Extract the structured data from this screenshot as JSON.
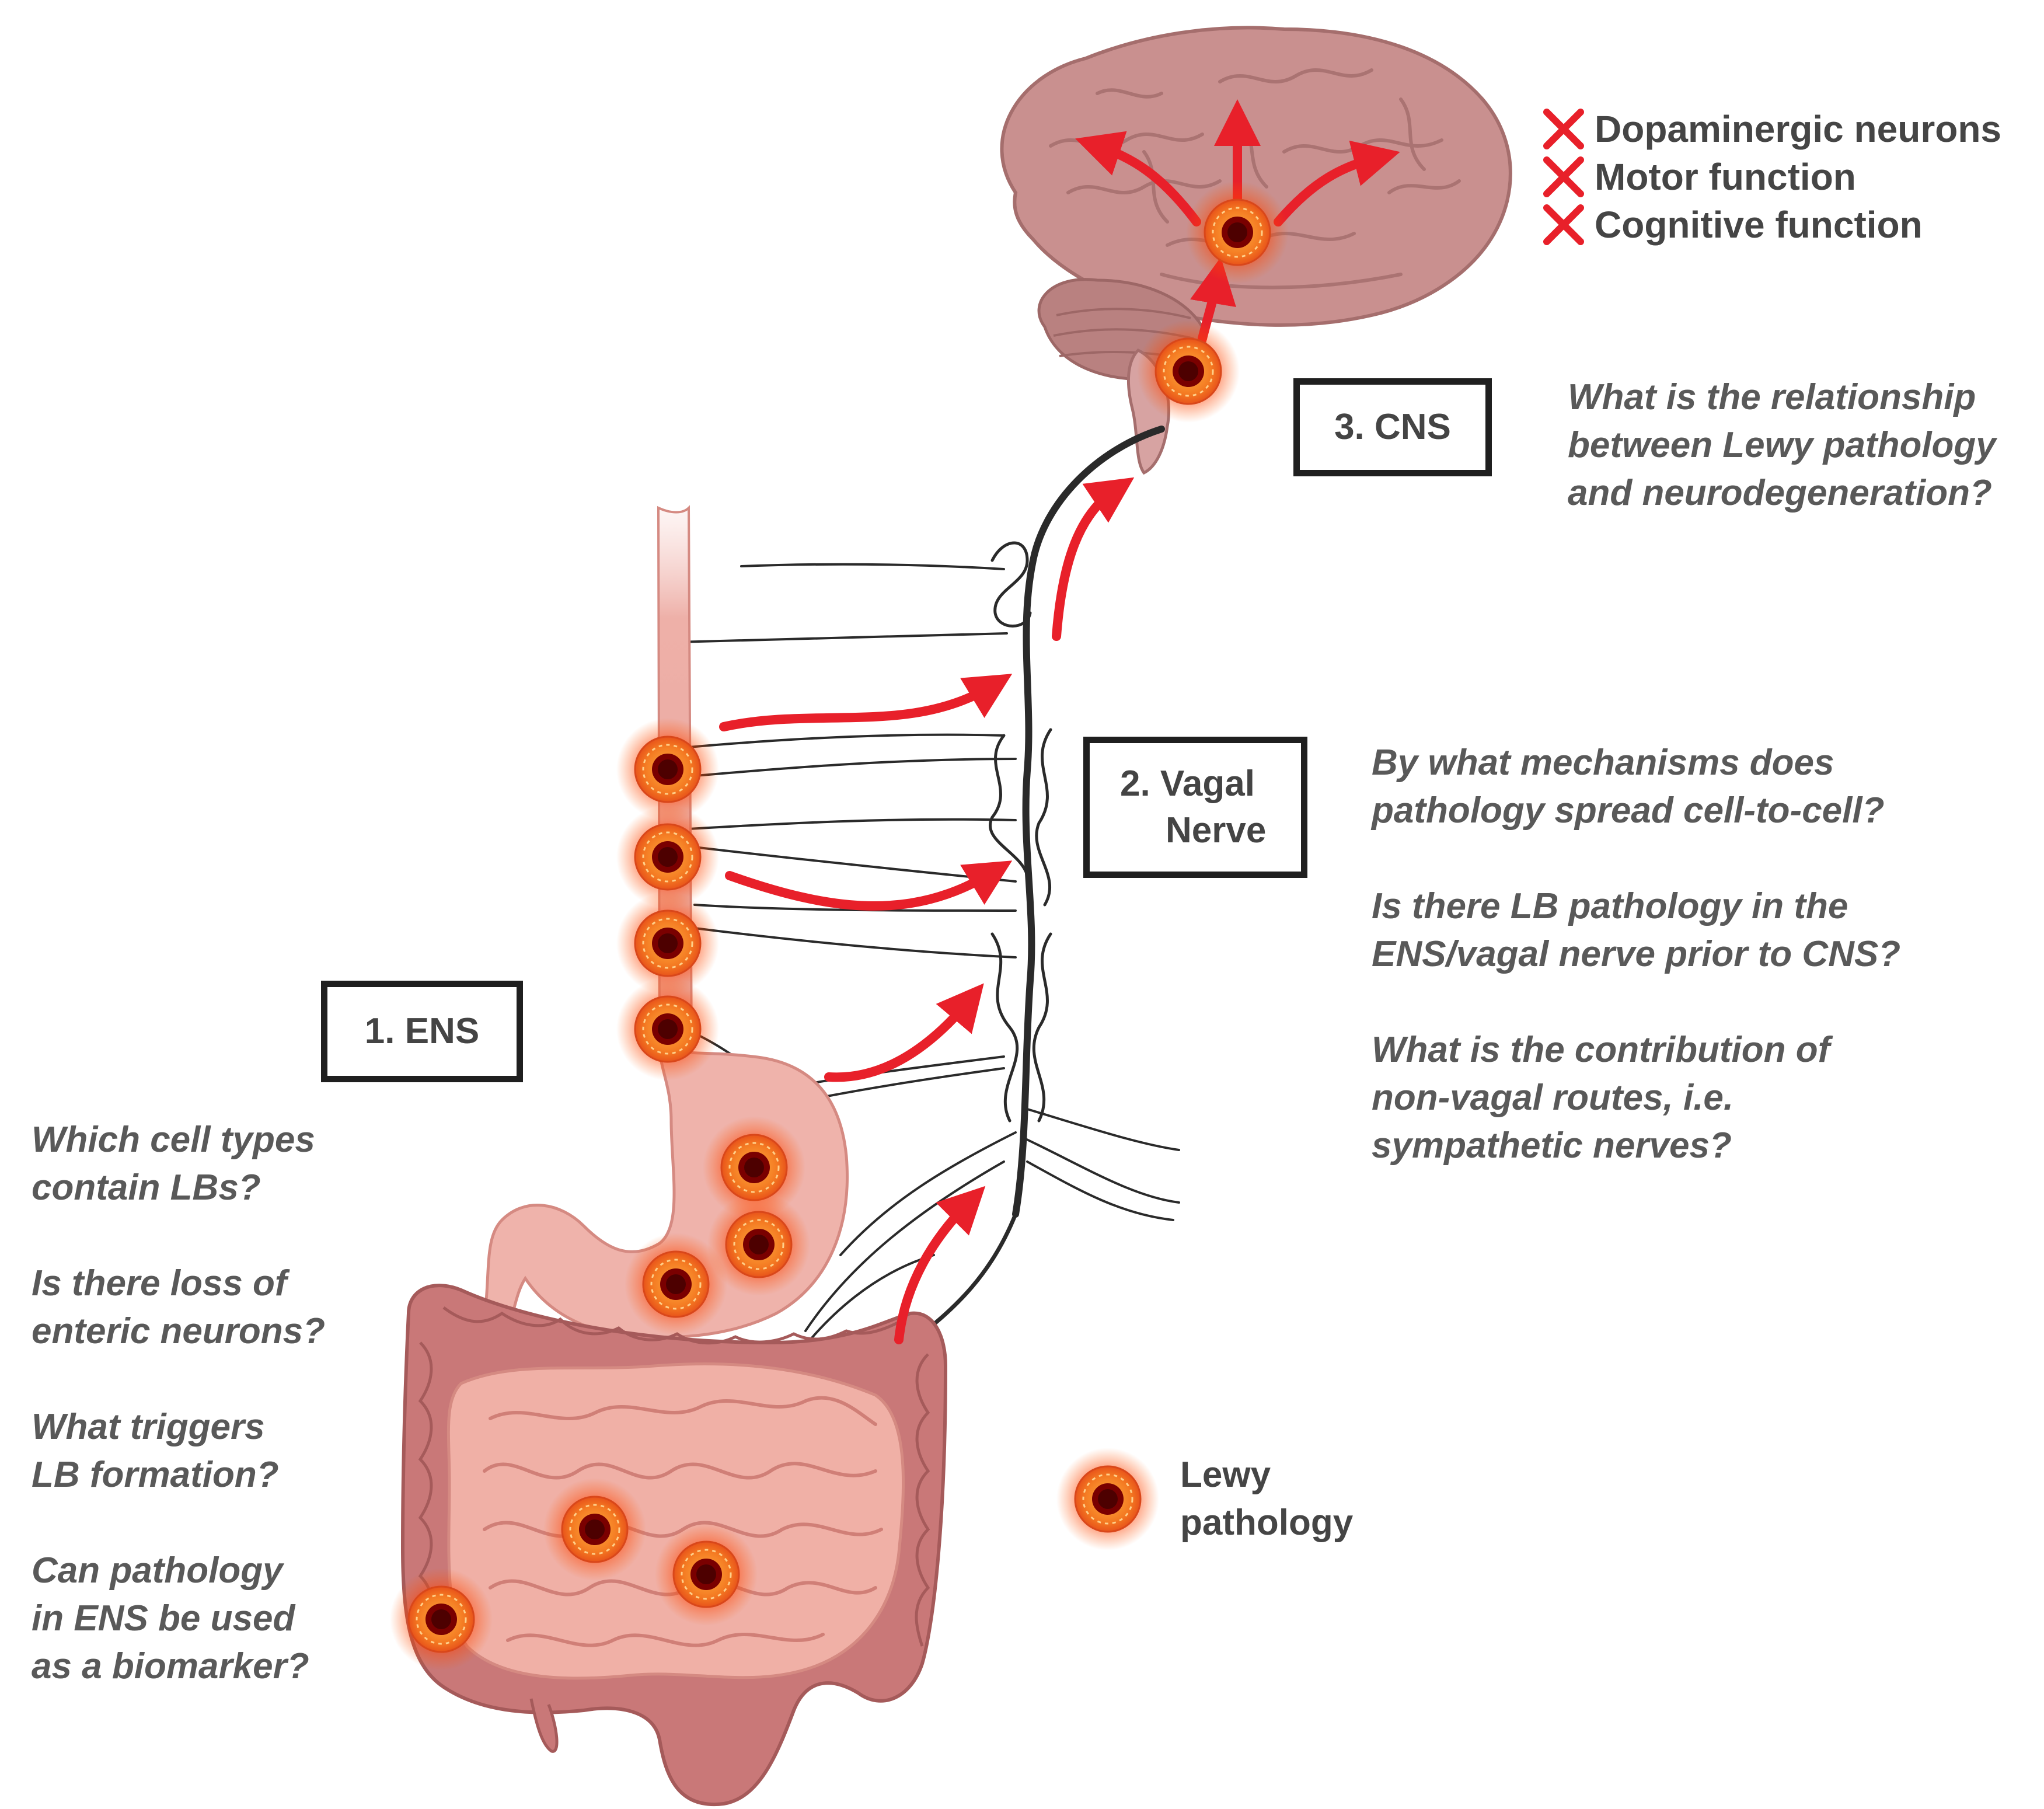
{
  "effects": [
    {
      "icon": "x-mark-icon",
      "label": "Dopaminergic neurons"
    },
    {
      "icon": "x-mark-icon",
      "label": "Motor function"
    },
    {
      "icon": "x-mark-icon",
      "label": "Cognitive function"
    }
  ],
  "stages": {
    "cns": {
      "label": "3. CNS"
    },
    "vagal": {
      "line1": "2. Vagal",
      "line2": "Nerve"
    },
    "ens": {
      "label": "1. ENS"
    }
  },
  "cns_questions": [
    [
      "What is the relationship",
      "between Lewy pathology",
      "and neurodegeneration?"
    ]
  ],
  "vagal_questions": [
    [
      "By what mechanisms does",
      "pathology spread cell-to-cell?"
    ],
    [
      "Is there LB pathology in the",
      "ENS/vagal nerve prior to CNS?"
    ],
    [
      "What is the contribution of",
      "non-vagal routes, i.e.",
      "sympathetic nerves?"
    ]
  ],
  "ens_questions": [
    [
      "Which cell types",
      "contain LBs?"
    ],
    [
      "Is there loss of",
      "enteric neurons?"
    ],
    [
      "What triggers",
      "LB formation?"
    ],
    [
      "Can pathology",
      "in ENS be used",
      "as a biomarker?"
    ]
  ],
  "legend": {
    "line1": "Lewy",
    "line2": "pathology",
    "icon": "lewy-body-icon"
  },
  "colors": {
    "arrow": "#e8202a",
    "lewy_core": "#7a0000",
    "lewy_ring": "#f36b21",
    "brain": "#c9908f",
    "gut": "#e7a8a0",
    "colon": "#c97878",
    "nerve": "#2a2a2a"
  }
}
